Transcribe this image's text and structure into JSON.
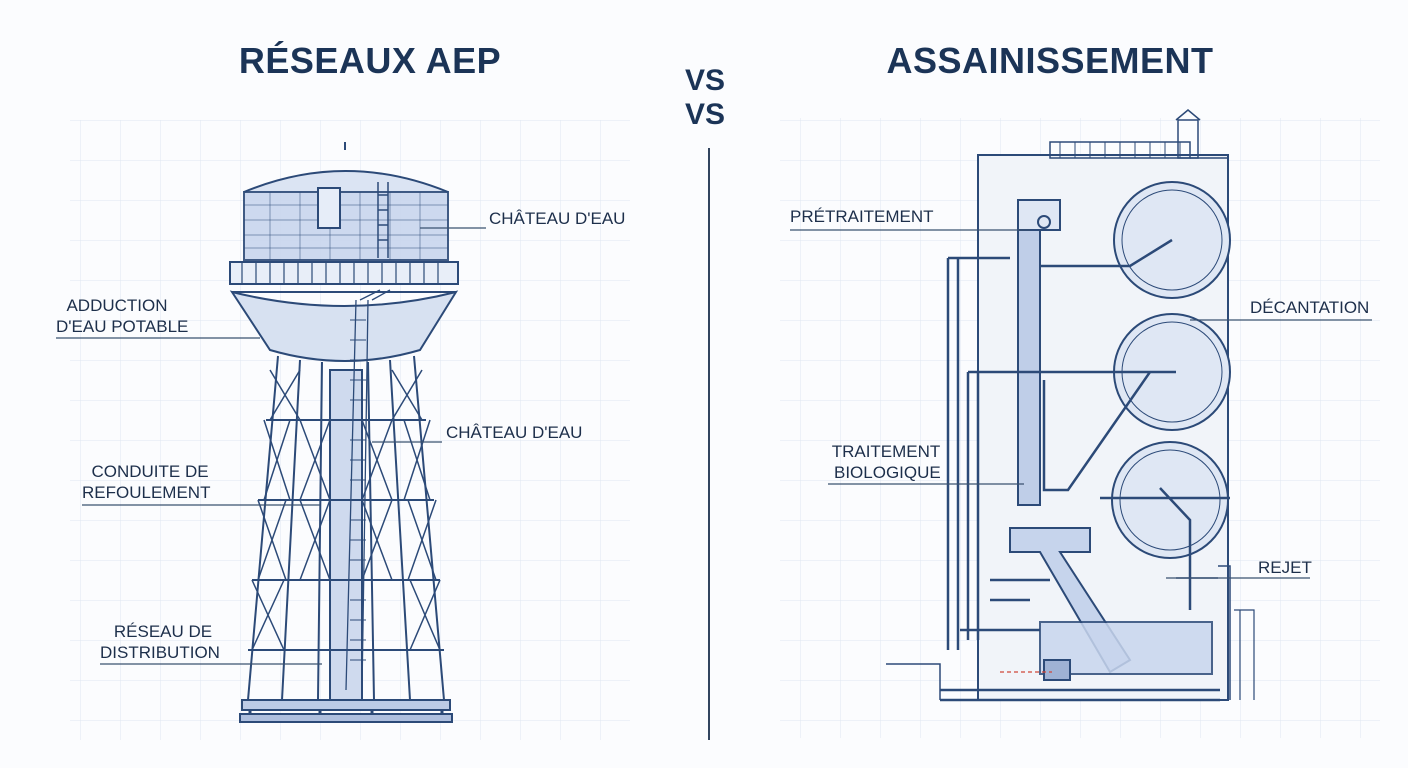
{
  "left": {
    "title": "RÉSEAUX AEP",
    "labels": {
      "chateau_top": "CHÂTEAU D'EAU",
      "adduction_1": "ADDUCTION",
      "adduction_2": "D'EAU POTABLE",
      "chateau_mid": "CHÂTEAU D'EAU",
      "conduite_1": "CONDUITE DE",
      "conduite_2": "REFOULEMENT",
      "reseau_1": "RÉSEAU DE",
      "reseau_2": "DISTRIBUTION"
    }
  },
  "vs": [
    "VS",
    "VS"
  ],
  "right": {
    "title": "ASSAINISSEMENT",
    "labels": {
      "pretraitement": "PRÉTRAITEMENT",
      "decantation": "DÉCANTATION",
      "traitement_1": "TRAITEMENT",
      "traitement_2": "BIOLOGIQUE",
      "rejet": "REJET"
    }
  },
  "colors": {
    "ink": "#1b3457",
    "line": "#2c4a78",
    "fill": "#c9d6ee",
    "accent": "#d0473a"
  }
}
